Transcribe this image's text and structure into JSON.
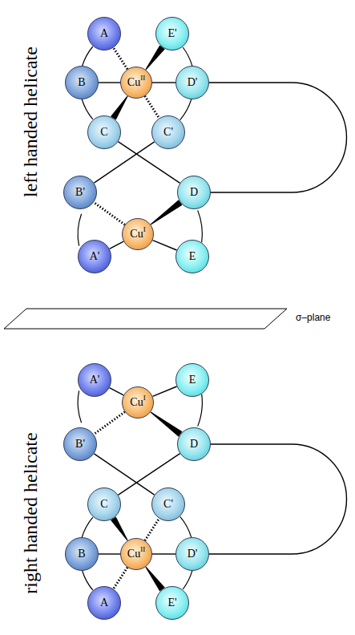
{
  "diagram": {
    "nodes": [
      {
        "text": [
          "A"
        ]
      },
      {
        "text": [
          "E'"
        ]
      },
      {
        "text": [
          "B"
        ]
      },
      {
        "text": [
          "Cu",
          "II"
        ]
      },
      {
        "text": [
          "D'"
        ]
      },
      {
        "text": [
          "C"
        ]
      },
      {
        "text": [
          "C'"
        ]
      },
      {
        "text": [
          "B'"
        ]
      },
      {
        "text": [
          "D"
        ]
      },
      {
        "text": [
          "Cu",
          "I"
        ]
      },
      {
        "text": [
          "A'"
        ]
      },
      {
        "text": [
          "E"
        ]
      },
      {
        "text": [
          "A'"
        ]
      },
      {
        "text": [
          "E"
        ]
      },
      {
        "text": [
          "B'"
        ]
      },
      {
        "text": [
          "Cu",
          "I"
        ]
      },
      {
        "text": [
          "D"
        ]
      },
      {
        "text": [
          "C"
        ]
      },
      {
        "text": [
          "C'"
        ]
      },
      {
        "text": [
          "B"
        ]
      },
      {
        "text": [
          "Cu",
          "II"
        ]
      },
      {
        "text": [
          "D'"
        ]
      },
      {
        "text": [
          "A"
        ]
      },
      {
        "text": [
          "E'"
        ]
      }
    ],
    "edges": [
      {
        "from": 3,
        "to": 0,
        "arrow": "none"
      },
      {
        "from": 3,
        "to": 1,
        "arrow": "none"
      },
      {
        "from": 3,
        "to": 2,
        "arrow": "none"
      },
      {
        "from": 3,
        "to": 4,
        "arrow": "none"
      },
      {
        "from": 3,
        "to": 5,
        "arrow": "none"
      },
      {
        "from": 3,
        "to": 6,
        "arrow": "none"
      },
      {
        "from": 0,
        "to": 2,
        "arrow": "none"
      },
      {
        "from": 2,
        "to": 5,
        "arrow": "none"
      },
      {
        "from": 1,
        "to": 4,
        "arrow": "none"
      },
      {
        "from": 4,
        "to": 6,
        "arrow": "none"
      },
      {
        "from": 5,
        "to": 8,
        "arrow": "none"
      },
      {
        "from": 6,
        "to": 7,
        "arrow": "none"
      },
      {
        "from": 9,
        "to": 7,
        "arrow": "none"
      },
      {
        "from": 9,
        "to": 10,
        "arrow": "none"
      },
      {
        "from": 9,
        "to": 8,
        "arrow": "none"
      },
      {
        "from": 9,
        "to": 11,
        "arrow": "none"
      },
      {
        "from": 7,
        "to": 10,
        "arrow": "none"
      },
      {
        "from": 8,
        "to": 11,
        "arrow": "none"
      },
      {
        "from": 4,
        "to": 8,
        "arrow": "none"
      },
      {
        "from": 15,
        "to": 12,
        "arrow": "none"
      },
      {
        "from": 15,
        "to": 13,
        "arrow": "none"
      },
      {
        "from": 15,
        "to": 14,
        "arrow": "none"
      },
      {
        "from": 15,
        "to": 16,
        "arrow": "none"
      },
      {
        "from": 12,
        "to": 14,
        "arrow": "none"
      },
      {
        "from": 13,
        "to": 16,
        "arrow": "none"
      },
      {
        "from": 17,
        "to": 16,
        "arrow": "none"
      },
      {
        "from": 18,
        "to": 14,
        "arrow": "none"
      },
      {
        "from": 20,
        "to": 17,
        "arrow": "none"
      },
      {
        "from": 20,
        "to": 18,
        "arrow": "none"
      },
      {
        "from": 20,
        "to": 19,
        "arrow": "none"
      },
      {
        "from": 20,
        "to": 21,
        "arrow": "none"
      },
      {
        "from": 20,
        "to": 22,
        "arrow": "none"
      },
      {
        "from": 20,
        "to": 23,
        "arrow": "none"
      },
      {
        "from": 19,
        "to": 17,
        "arrow": "none"
      },
      {
        "from": 19,
        "to": 22,
        "arrow": "none"
      },
      {
        "from": 21,
        "to": 18,
        "arrow": "none"
      },
      {
        "from": 21,
        "to": 23,
        "arrow": "none"
      },
      {
        "from": 16,
        "to": 21,
        "arrow": "none"
      }
    ],
    "labels": [
      "left handed helicate",
      "σ–plane",
      "right handed helicate"
    ]
  }
}
